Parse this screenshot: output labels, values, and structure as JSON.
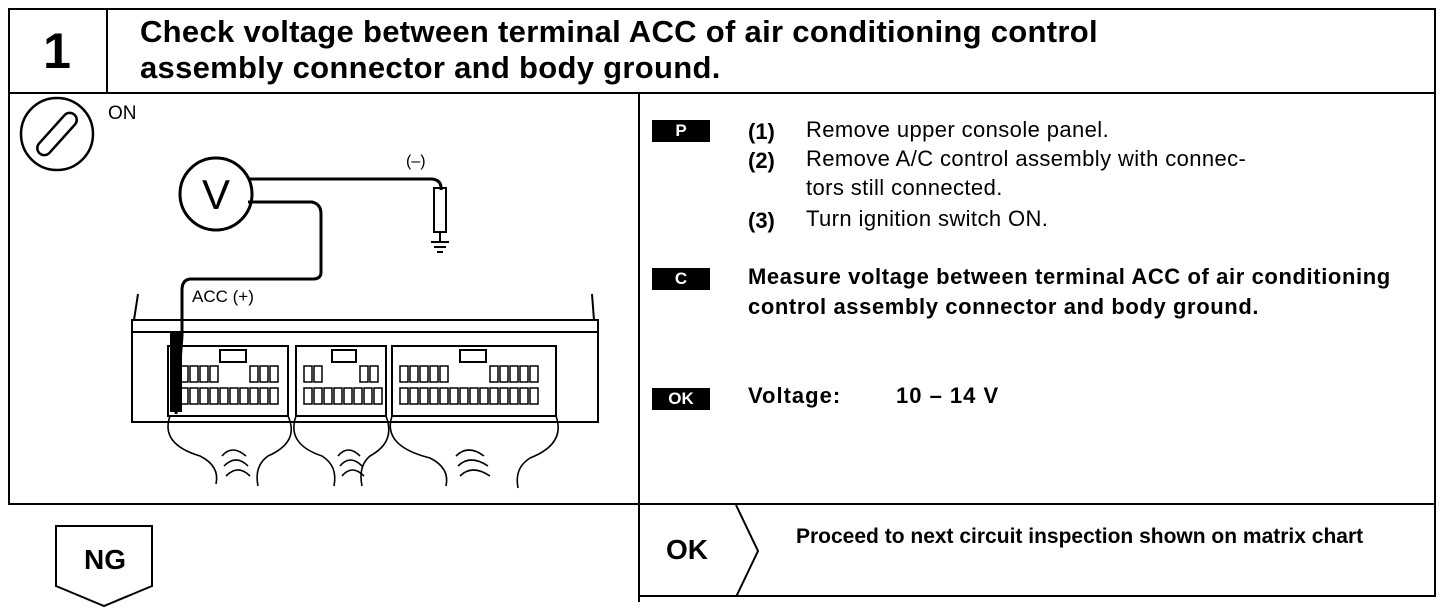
{
  "header": {
    "step_number": "1",
    "title_line1": "Check voltage between terminal ACC of air conditioning control",
    "title_line2": "assembly connector and body ground."
  },
  "diagram": {
    "ignition_state": "ON",
    "meter_symbol": "V",
    "negative_probe_label": "(–)",
    "positive_terminal_label": "ACC (+)"
  },
  "instructions": {
    "prep_tag": "P",
    "prep_steps": [
      {
        "num": "(1)",
        "text": "Remove upper console panel."
      },
      {
        "num": "(2)",
        "text": "Remove A/C control assembly with connec-"
      },
      {
        "num": "",
        "text": "tors still connected."
      },
      {
        "num": "(3)",
        "text": "Turn ignition switch ON."
      }
    ],
    "check_tag": "C",
    "check_text": "Measure voltage between terminal ACC of air conditioning control assembly connector and body ground.",
    "ok_tag": "OK",
    "ok_spec_label": "Voltage:",
    "ok_spec_value": "10 – 14 V"
  },
  "results": {
    "ng_label": "NG",
    "ok_label": "OK",
    "ok_text": "Proceed to next circuit inspection shown on matrix chart"
  }
}
